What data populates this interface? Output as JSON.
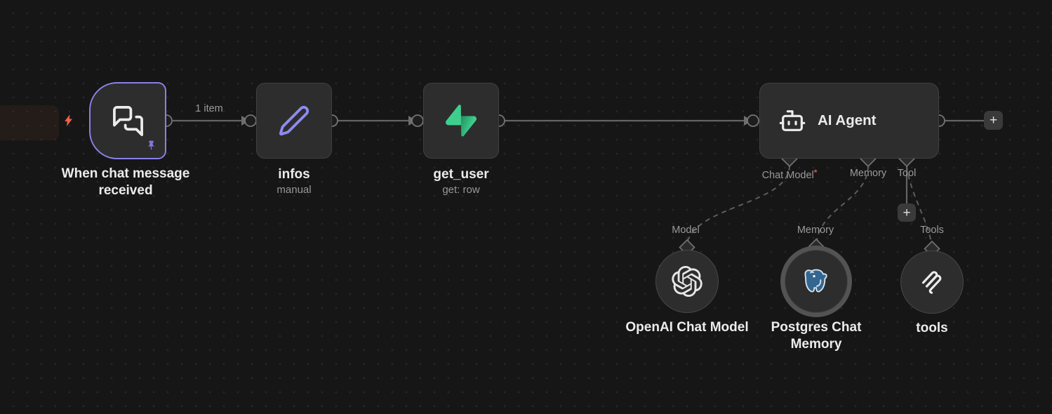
{
  "edge": {
    "count_label": "1 item"
  },
  "nodes": {
    "trigger": {
      "title": "When chat message received"
    },
    "infos": {
      "title": "infos",
      "subtitle": "manual"
    },
    "get_user": {
      "title": "get_user",
      "subtitle": "get: row"
    },
    "ai_agent": {
      "title": "AI Agent",
      "ports": {
        "chat_model": "Chat Model",
        "required_mark": "*",
        "memory": "Memory",
        "tool": "Tool"
      }
    },
    "openai": {
      "port_label": "Model",
      "title": "OpenAI Chat Model"
    },
    "postgres": {
      "port_label": "Memory",
      "title": "Postgres Chat Memory"
    },
    "tools": {
      "port_label": "Tools",
      "title": "tools"
    }
  },
  "buttons": {
    "add_next_node": "+",
    "add_tool": "+"
  },
  "colors": {
    "background": "#161616",
    "node_fill": "#2d2d2d",
    "node_border": "#404040",
    "trigger_border": "#8b80e9",
    "edge_line": "#646464",
    "text_primary": "#ececec",
    "text_secondary": "#9a9a9a",
    "required_mark": "#cf5952",
    "supabase_green": "#3ecf8e",
    "pencil_purple": "#8f8bef",
    "postgres_blue": "#336791",
    "bolt_orange": "#f2614b",
    "pin_purple": "#8478e8"
  }
}
